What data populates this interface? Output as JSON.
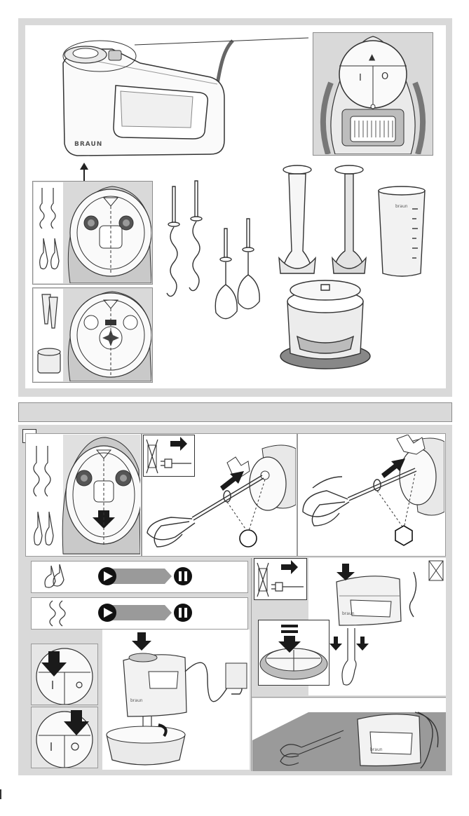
{
  "brand": {
    "logo_text": "BRAUN",
    "logo_small": "braun"
  },
  "speed_dial": {
    "on_symbol": "I",
    "off_symbol": "O",
    "eject_symbol": "▲"
  },
  "section_bar": {
    "text": ""
  },
  "instruction_box": {
    "number": ""
  },
  "colors": {
    "panel_gray": "#d9d9d9",
    "line": "#333333",
    "dark_gray": "#6e6e6e",
    "arrow": "#1a1a1a"
  }
}
